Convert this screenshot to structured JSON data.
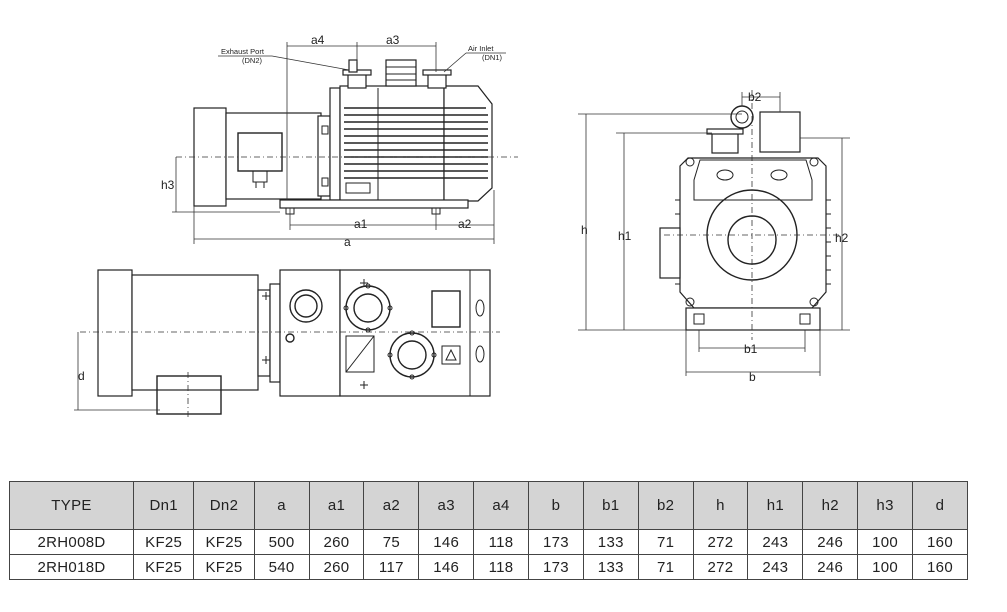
{
  "labels": {
    "exhaust_port": "Exhaust Port",
    "exhaust_port_dn": "(DN2)",
    "air_inlet": "Air Inlet",
    "air_inlet_dn": "(DN1)"
  },
  "dimensions": {
    "a": "a",
    "a1": "a1",
    "a2": "a2",
    "a3": "a3",
    "a4": "a4",
    "b": "b",
    "b1": "b1",
    "b2": "b2",
    "h": "h",
    "h1": "h1",
    "h2": "h2",
    "h3": "h3",
    "d": "d"
  },
  "table": {
    "headers": [
      "TYPE",
      "Dn1",
      "Dn2",
      "a",
      "a1",
      "a2",
      "a3",
      "a4",
      "b",
      "b1",
      "b2",
      "h",
      "h1",
      "h2",
      "h3",
      "d"
    ],
    "rows": [
      [
        "2RH008D",
        "KF25",
        "KF25",
        "500",
        "260",
        "75",
        "146",
        "118",
        "173",
        "133",
        "71",
        "272",
        "243",
        "246",
        "100",
        "160"
      ],
      [
        "2RH018D",
        "KF25",
        "KF25",
        "540",
        "260",
        "117",
        "146",
        "118",
        "173",
        "133",
        "71",
        "272",
        "243",
        "246",
        "100",
        "160"
      ]
    ]
  }
}
